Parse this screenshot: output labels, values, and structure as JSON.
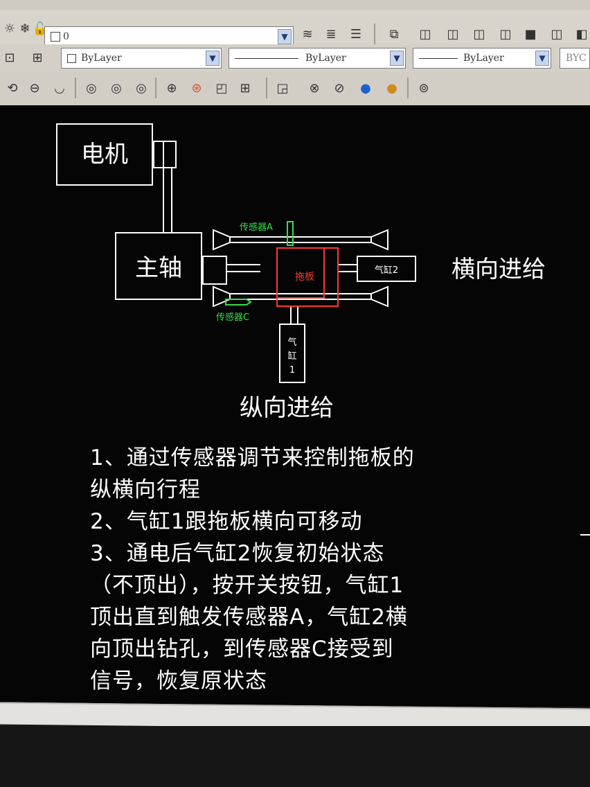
{
  "toolbar": {
    "layer_combo_value": "0",
    "color_combo_value": "ByLayer",
    "linetype_combo_value": "ByLayer",
    "lineweight_combo_value": "ByLayer",
    "plotstyle_value": "BYC",
    "icons": [
      "layer-manager-icon",
      "layer-state-icon",
      "lock-icon",
      "layer-on-icon",
      "make-current-icon",
      "layer-previous-icon",
      "view-cube-icon",
      "box-icon",
      "solid-icon",
      "sphere-icon",
      "union-icon",
      "subtract-icon",
      "intersect-icon",
      "orbit-icon",
      "shade-icon",
      "render-icon"
    ]
  },
  "drawing": {
    "motor_label": "电机",
    "spindle_label": "主轴",
    "mop_plate_label": "拖板",
    "cylinder2_label": "气缸2",
    "cylinder1_label_lines": [
      "气",
      "缸",
      "1"
    ],
    "sensor_a_label": "传感器A",
    "sensor_c_label": "传感器C",
    "horizontal_feed_label": "横向进给",
    "vertical_feed_label": "纵向进给",
    "colors": {
      "lines": "#ffffff",
      "plate": "#ff3a2a",
      "sensor": "#33e04a",
      "background": "#050505"
    }
  },
  "notes": {
    "lines": [
      "1、通过传感器调节来控制拖板的",
      "纵横向行程",
      "2、气缸1跟拖板横向可移动",
      "3、通电后气缸2恢复初始状态",
      "（不顶出），按开关按钮，气缸1",
      "顶出直到触发传感器A，气缸2横",
      "向顶出钻孔，到传感器C接受到",
      "信号，恢复原状态"
    ]
  }
}
